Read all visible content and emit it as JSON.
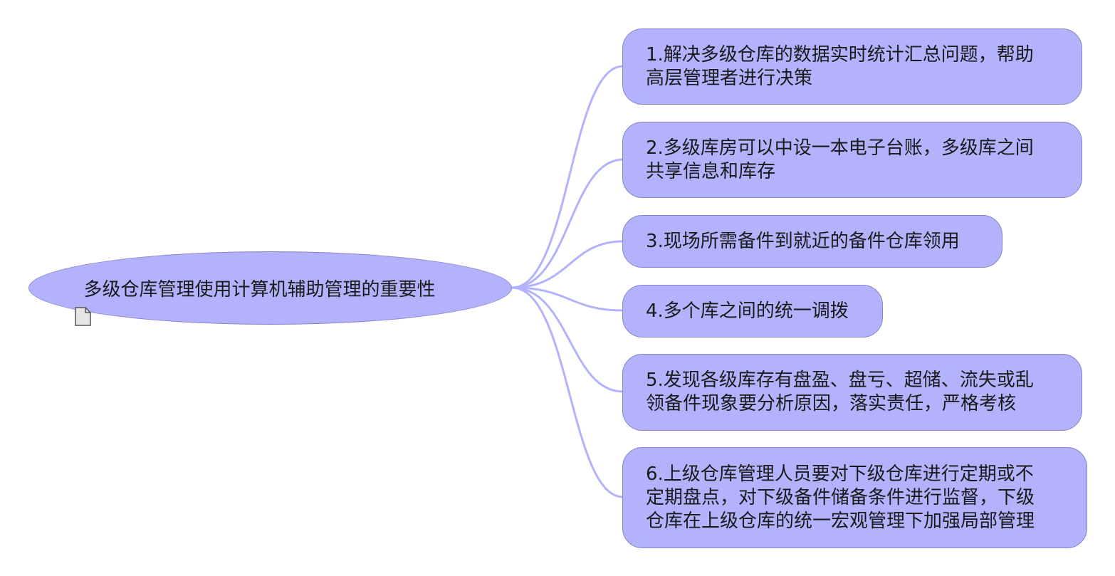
{
  "diagram": {
    "root": {
      "label": "多级仓库管理使用计算机辅助管理的重要性",
      "note_icon": "document-note-icon"
    },
    "branches": [
      {
        "label": "1.解决多级仓库的数据实时统计汇总问题，帮助\n高层管理者进行决策"
      },
      {
        "label": "2.多级库房可以中设一本电子台账，多级库之间\n共享信息和库存"
      },
      {
        "label": "3.现场所需备件到就近的备件仓库领用"
      },
      {
        "label": "4.多个库之间的统一调拨"
      },
      {
        "label": "5.发现各级库存有盘盈、盘亏、超储、流失或乱\n领备件现象要分析原因，落实责任，严格考核"
      },
      {
        "label": "6.上级仓库管理人员要对下级仓库进行定期或不\n定期盘点，对下级备件储备条件进行监督，下级\n仓库在上级仓库的统一宏观管理下加强局部管理"
      }
    ],
    "colors": {
      "node_fill": "#b3b3fd",
      "node_border": "#8585c8",
      "connector": "#b3b3fd"
    }
  }
}
